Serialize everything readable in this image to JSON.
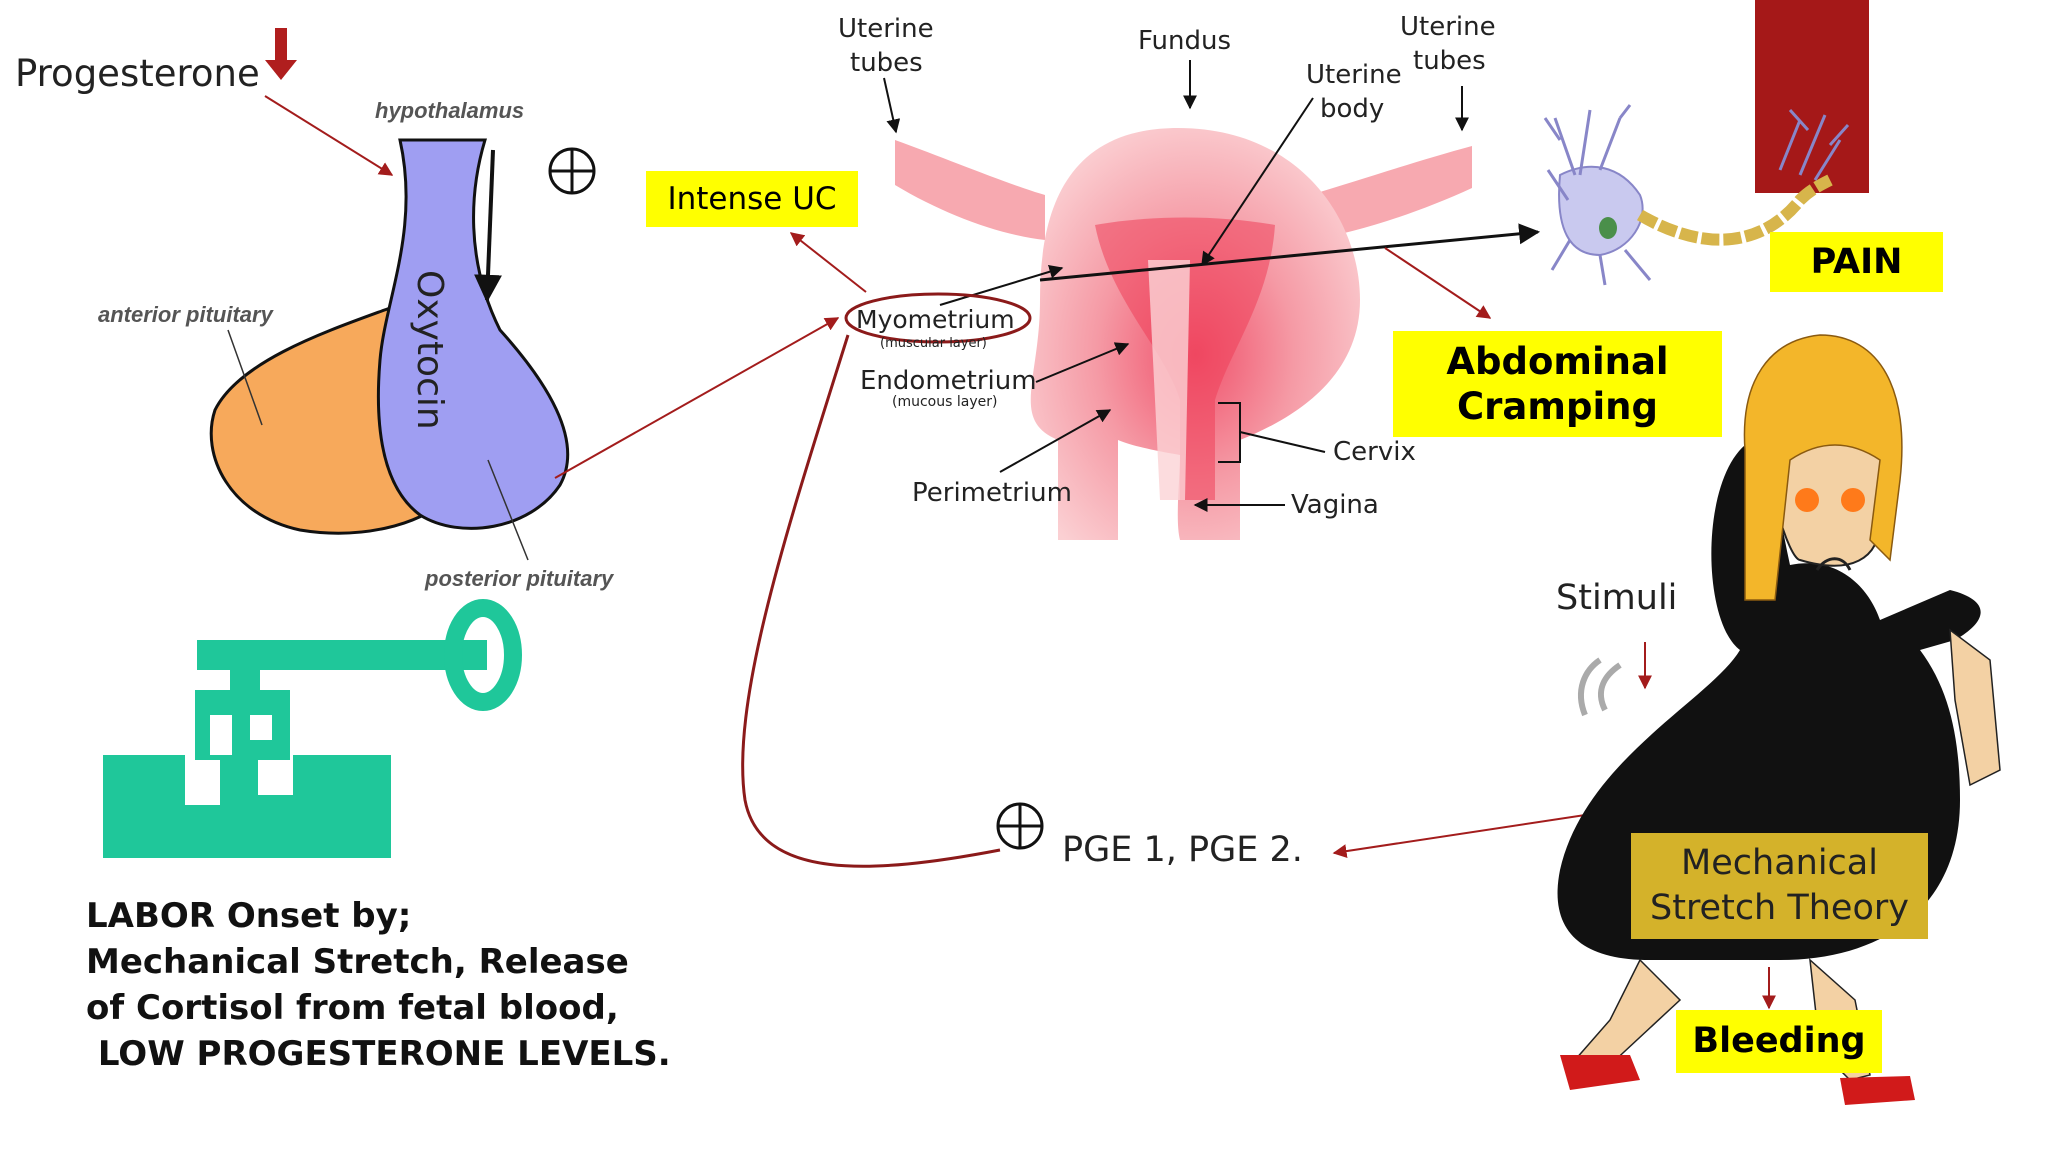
{
  "progesterone": "Progesterone",
  "pituitary": {
    "hypothalamus": "hypothalamus",
    "anterior": "anterior pituitary",
    "posterior": "posterior pituitary",
    "oxytocin": "Oxytocin"
  },
  "uterus": {
    "uterine_tubes_left_1": "Uterine",
    "uterine_tubes_left_2": "tubes",
    "fundus": "Fundus",
    "uterine_body_1": "Uterine",
    "uterine_body_2": "body",
    "uterine_tubes_right_1": "Uterine",
    "uterine_tubes_right_2": "tubes",
    "myometrium": "Myometrium",
    "myometrium_sub": "(muscular layer)",
    "endometrium": "Endometrium",
    "endometrium_sub": "(mucous layer)",
    "perimetrium": "Perimetrium",
    "cervix": "Cervix",
    "vagina": "Vagina"
  },
  "boxes": {
    "intense_uc": "Intense UC",
    "pain": "PAIN",
    "abdominal_1": "Abdominal",
    "abdominal_2": "Cramping",
    "bleeding": "Bleeding",
    "mech_1": "Mechanical",
    "mech_2": "Stretch Theory"
  },
  "stimuli": "Stimuli",
  "pge": "PGE 1, PGE 2.",
  "onset": {
    "line1": "LABOR Onset by;",
    "line2": "Mechanical Stretch, Release",
    "line3": "of Cortisol from fetal blood,",
    "line4": " LOW PROGESTERONE LEVELS."
  },
  "colors": {
    "arrow_red": "#a31c1c",
    "highlight_yellow": "#ffff00",
    "mech_box": "#d4b22a",
    "key_green": "#1fc79a",
    "pituitary_orange": "#f7a95b",
    "pituitary_purple": "#9f9ef2"
  }
}
